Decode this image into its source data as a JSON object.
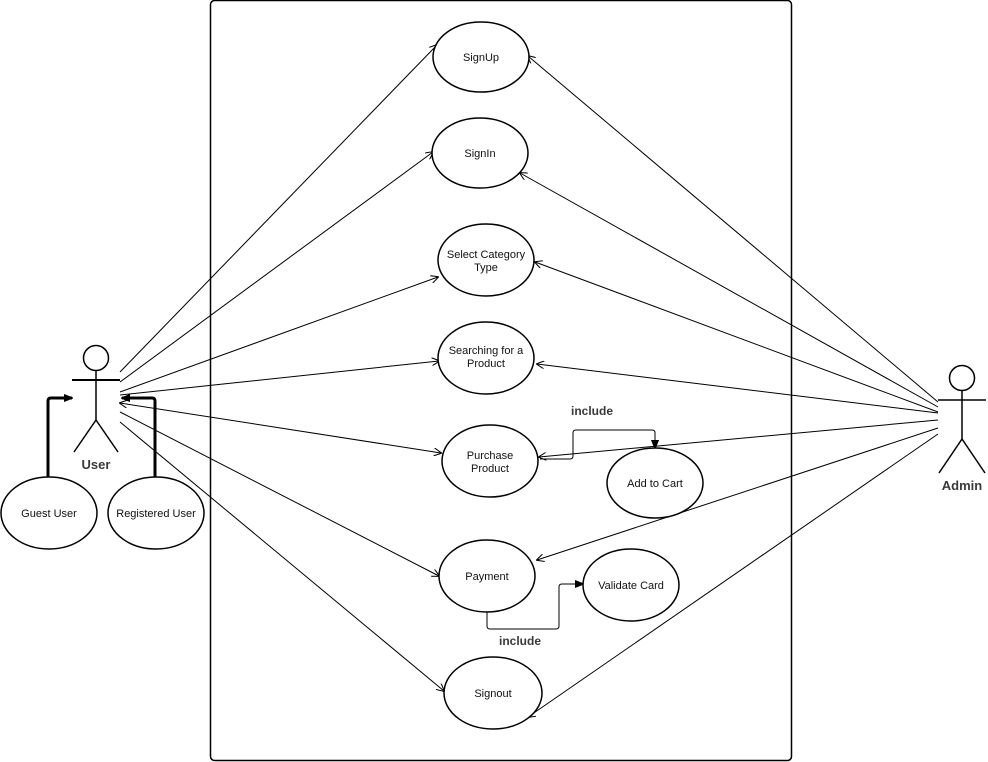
{
  "actors": {
    "user": {
      "label": "User"
    },
    "admin": {
      "label": "Admin"
    },
    "guest": {
      "label": "Guest User"
    },
    "registered": {
      "label": "Registered User"
    }
  },
  "use_cases": {
    "signup": {
      "lines": [
        "SignUp"
      ]
    },
    "signin": {
      "lines": [
        "SignIn"
      ]
    },
    "select_category": {
      "lines": [
        "Select Category",
        "Type"
      ]
    },
    "searching": {
      "lines": [
        "Searching for a",
        "Product"
      ]
    },
    "purchase": {
      "lines": [
        "Purchase",
        "Product"
      ]
    },
    "add_to_cart": {
      "lines": [
        "Add to Cart"
      ]
    },
    "payment": {
      "lines": [
        "Payment"
      ]
    },
    "validate_card": {
      "lines": [
        "Validate Card"
      ]
    },
    "signout": {
      "lines": [
        "Signout"
      ]
    }
  },
  "relations": {
    "include_cart": "include",
    "include_validate": "include"
  },
  "colors": {
    "stroke": "#000000",
    "label": "#3a3a3a"
  }
}
